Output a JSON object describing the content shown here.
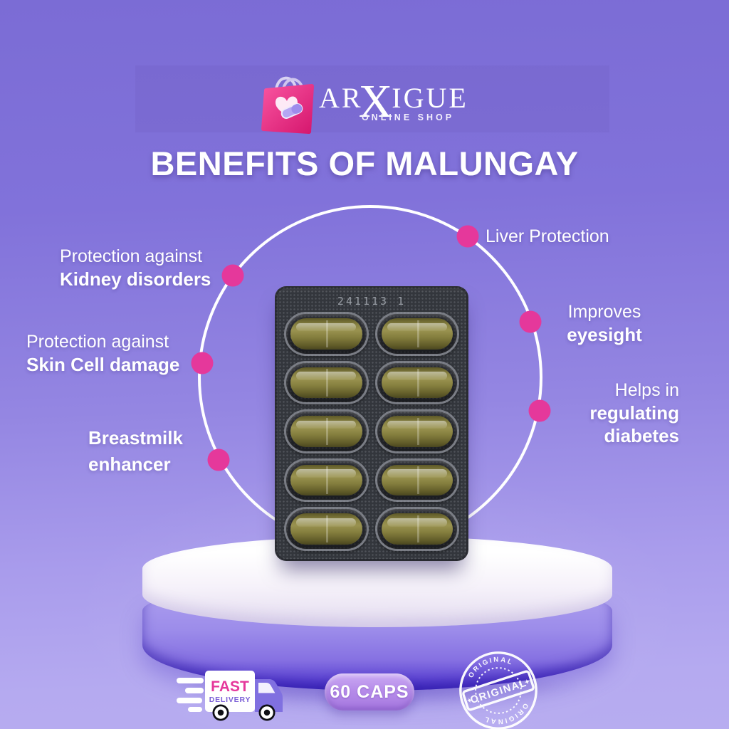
{
  "brand": {
    "word_prefix": "AR",
    "word_x": "X",
    "word_suffix": "IGUE",
    "tagline": "ONLINE SHOP"
  },
  "title": "BENEFITS OF MALUNGAY",
  "product": {
    "batch_number": "241113 1",
    "capsule_rows": 5,
    "capsule_cols": 2
  },
  "benefits": [
    {
      "name": "kidney",
      "lines": [
        {
          "text": "Protection against",
          "bold": false
        },
        {
          "text": "Kidney disorders",
          "bold": true
        }
      ]
    },
    {
      "name": "liver",
      "lines": [
        {
          "text": "Liver Protection",
          "bold": false
        }
      ]
    },
    {
      "name": "skin",
      "lines": [
        {
          "text": "Protection against",
          "bold": false
        },
        {
          "text": "Skin Cell damage",
          "bold": true
        }
      ]
    },
    {
      "name": "eyesight",
      "lines": [
        {
          "text": "Improves",
          "bold": false
        },
        {
          "text": "eyesight",
          "bold": true
        }
      ]
    },
    {
      "name": "breastmilk",
      "lines": [
        {
          "text": "Breastmilk",
          "bold": true
        },
        {
          "text": "enhancer",
          "bold": true
        }
      ]
    },
    {
      "name": "diabetes",
      "lines": [
        {
          "text": "Helps in",
          "bold": false
        },
        {
          "text": "regulating",
          "bold": true
        },
        {
          "text": "diabetes",
          "bold": true
        }
      ]
    }
  ],
  "badges": {
    "delivery": {
      "line1": "FAST",
      "line2": "DELIVERY"
    },
    "caps": {
      "label": "60 CAPS"
    },
    "stamp": {
      "center": "ORIGINAL",
      "arc_top": "ORIGINAL",
      "arc_bottom": "ORIGINAL",
      "star": "✦"
    }
  },
  "icons": {
    "bag": "shopping-bag-icon",
    "truck": "delivery-truck-icon",
    "stamp": "original-stamp-icon",
    "dot": "benefit-dot"
  },
  "colors": {
    "accent_pink": "#e5389b",
    "background_top": "#7b6cd5",
    "background_bottom": "#b7acf0",
    "badge_purple": "#a678e0",
    "truck_purple": "#8070e0",
    "capsule_olive": "#837d3d",
    "pack_gray": "#33363c"
  }
}
